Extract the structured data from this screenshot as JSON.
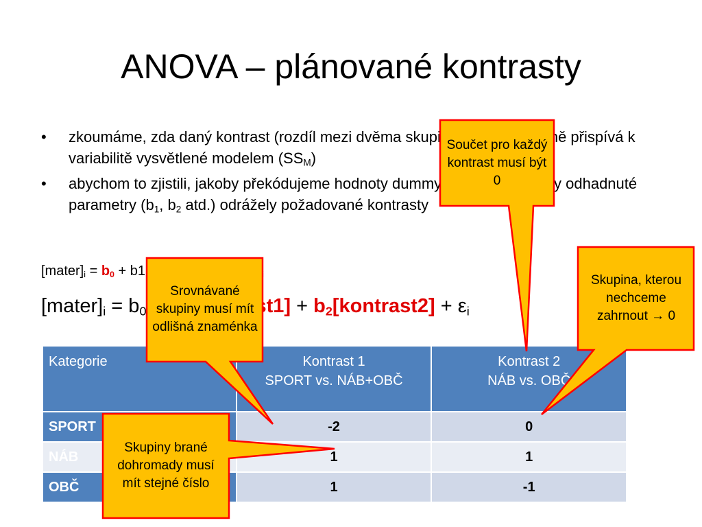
{
  "title": "ANOVA – plánované kontrasty",
  "bullets": [
    {
      "bullet": "•",
      "text_a": "zkoumáme, zda daný kontrast (rozdíl mezi dvěma skupinami) signifikantně přispívá k variabilitě vysvětlené modelem (SS",
      "sub": "M",
      "text_b": ")"
    },
    {
      "bullet": "•",
      "text_a": "abychom to zjistili, jakoby překódujeme hodnoty dummy proměnných, aby odhadnuté parametry (b",
      "sub1": "1",
      "text_b": ", b",
      "sub2": "2",
      "text_c": " atd.) odrážely požadované kontrasty"
    }
  ],
  "eq1": {
    "lhs": "[mater]",
    "lhs_sub": "i",
    "eq": " = ",
    "b0": "b",
    "b0_sub": "0",
    "rest": " + b1[nab] + b2",
    "obc": "[obc]",
    "plus": " + ε",
    "eps_sub": "i"
  },
  "eq2": {
    "lhs": "[mater]",
    "lhs_sub": "i",
    "eq": " = b",
    "b0_sub": "0",
    "plus1": " + ",
    "b1": "b",
    "b1_sub": "1",
    "k1": "[kontrast1]",
    "plus2": " + ",
    "b2": "b",
    "b2_sub": "2",
    "k2": "[kontrast2]",
    "plus3": " + ε",
    "eps_sub": "i"
  },
  "table": {
    "headers": [
      {
        "line1": "Kategorie",
        "line2": ""
      },
      {
        "line1": "Kontrast 1",
        "line2": "SPORT vs. NÁB+OBČ"
      },
      {
        "line1": "Kontrast 2",
        "line2": "NÁB vs. OBČ"
      }
    ],
    "rows": [
      {
        "label": "SPORT",
        "k1": "-2",
        "k2": "0"
      },
      {
        "label": "NÁB",
        "k1": "1",
        "k2": "1"
      },
      {
        "label": "OBČ",
        "k1": "1",
        "k2": "-1"
      }
    ]
  },
  "callouts": {
    "sum_zero": "Součet pro každý kontrast musí být 0",
    "opposite_signs": "Srovnávané skupiny musí mít odlišná znaménka",
    "excluded_group": "Skupina, kterou nechceme zahrnout → 0",
    "combined_groups": "Skupiny  brané dohromady musí mít stejné číslo"
  },
  "colors": {
    "callout_fill": "#ffc000",
    "callout_border": "#ff0000",
    "header_blue": "#4f81bd",
    "row_light": "#d0d8e8",
    "row_lighter": "#e9edf4",
    "accent_red": "#e00000"
  }
}
